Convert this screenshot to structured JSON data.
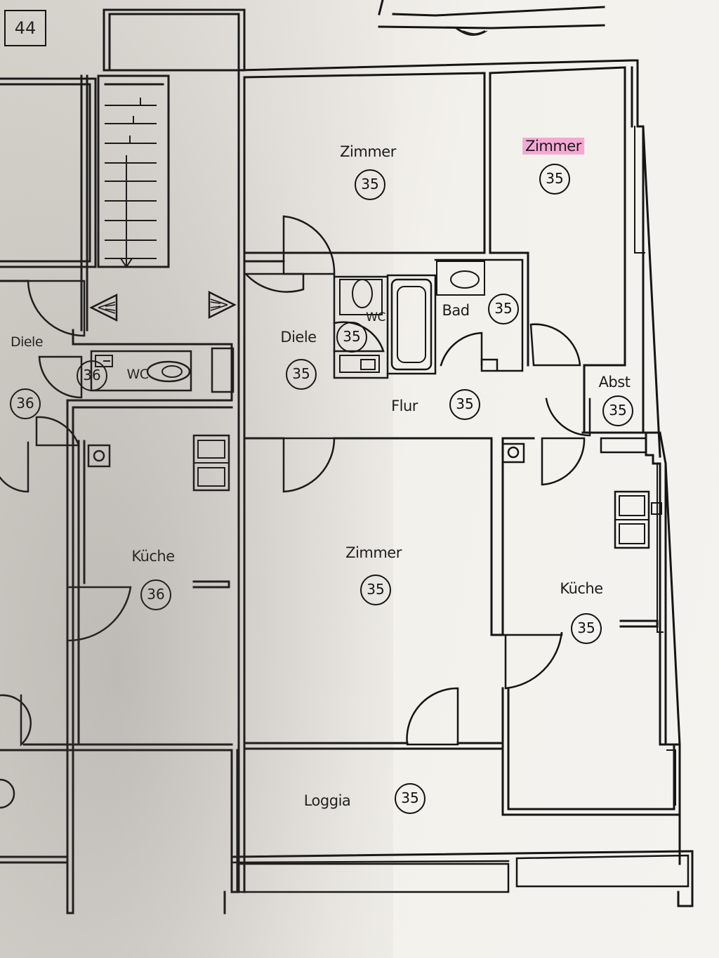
{
  "building_number": "44",
  "rooms": [
    {
      "id": "zimmer-top-center",
      "label": "Zimmer",
      "number": "35"
    },
    {
      "id": "zimmer-top-right",
      "label": "Zimmer",
      "number": "35"
    },
    {
      "id": "bad",
      "label": "Bad",
      "number": "35"
    },
    {
      "id": "wc-35",
      "label": "WC",
      "number": "35"
    },
    {
      "id": "diele-35",
      "label": "Diele",
      "number": "35"
    },
    {
      "id": "flur",
      "label": "Flur",
      "number": "35"
    },
    {
      "id": "abst",
      "label": "Abst",
      "number": "35"
    },
    {
      "id": "zimmer-bottom",
      "label": "Zimmer",
      "number": "35"
    },
    {
      "id": "kueche-35",
      "label": "Küche",
      "number": "35"
    },
    {
      "id": "loggia",
      "label": "Loggia",
      "number": "35"
    },
    {
      "id": "diele-36",
      "label": "Diele",
      "number": "36"
    },
    {
      "id": "wc-36",
      "label": "WC",
      "number": "36"
    },
    {
      "id": "kueche-36",
      "label": "Küche",
      "number": "36"
    }
  ],
  "highlight_color": "#f4a9d4"
}
